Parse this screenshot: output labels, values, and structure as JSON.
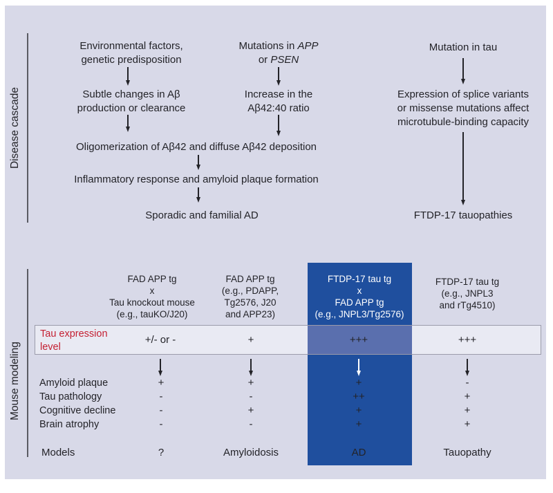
{
  "colors": {
    "panel_bg": "#d8d9e8",
    "highlight_column_blue": "#1f4f9e",
    "highlight_column_band_blue": "#5a6fae",
    "band_bg": "#e9eaf3",
    "band_border": "#9b9baa",
    "accent_red": "#c42032",
    "text": "#232328",
    "divider_line": "#5a5b63"
  },
  "cascade": {
    "section_label": "Disease cascade",
    "env": {
      "line1": "Environmental factors,",
      "line2": "genetic predisposition"
    },
    "subtle": {
      "line1": "Subtle changes in Aβ",
      "line2": "production or clearance"
    },
    "mut_app": {
      "line1_pre": "Mutations in ",
      "line1_it": "APP",
      "line2_pre": "or ",
      "line2_it": "PSEN"
    },
    "increase": {
      "line1": "Increase in the",
      "line2": "Aβ42:40 ratio"
    },
    "mut_tau": "Mutation in tau",
    "splice": {
      "line1": "Expression of splice variants",
      "line2": "or missense mutations affect",
      "line3": "microtubule-binding capacity"
    },
    "oligo": "Oligomerization of Aβ42 and diffuse Aβ42 deposition",
    "inflam": "Inflammatory response and amyloid plaque formation",
    "sporadic": "Sporadic and familial AD",
    "ftdp": "FTDP-17 tauopathies"
  },
  "modeling": {
    "section_label": "Mouse modeling",
    "tau_expression_label": {
      "line1": "Tau expression",
      "line2": "level"
    },
    "phenotype_labels": [
      "Amyloid plaque",
      "Tau pathology",
      "Cognitive decline",
      "Brain atrophy"
    ],
    "models_label": "Models",
    "columns": [
      {
        "header_lines": [
          "FAD APP tg",
          "x",
          "Tau knockout mouse",
          "(e.g., tauKO/J20)"
        ],
        "tau_expression": "+/- or -",
        "phenotypes": [
          "+",
          "-",
          "-",
          "-"
        ],
        "model": "?",
        "highlighted": false
      },
      {
        "header_lines": [
          "FAD APP tg",
          "(e.g., PDAPP,",
          "Tg2576, J20",
          "and APP23)"
        ],
        "tau_expression": "+",
        "phenotypes": [
          "+",
          "-",
          "+",
          "-"
        ],
        "model": "Amyloidosis",
        "highlighted": false
      },
      {
        "header_lines": [
          "FTDP-17 tau tg",
          "x",
          "FAD APP tg",
          "(e.g., JNPL3/Tg2576)"
        ],
        "tau_expression": "+++",
        "phenotypes": [
          "+",
          "++",
          "+",
          "+"
        ],
        "model": "AD",
        "highlighted": true
      },
      {
        "header_lines": [
          "FTDP-17 tau tg",
          "(e.g., JNPL3",
          "and rTg4510)"
        ],
        "tau_expression": "+++",
        "phenotypes": [
          "-",
          "+",
          "+",
          "+"
        ],
        "model": "Tauopathy",
        "highlighted": false
      }
    ]
  }
}
